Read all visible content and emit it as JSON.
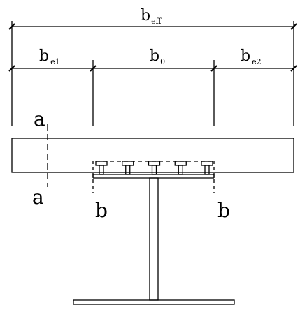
{
  "dimensions": {
    "overall": {
      "symbol": "b",
      "subscript": "eff"
    },
    "left": {
      "symbol": "b",
      "subscript": "e1"
    },
    "middle": {
      "symbol": "b",
      "subscript": "0"
    },
    "right": {
      "symbol": "b",
      "subscript": "e2"
    }
  },
  "sections": {
    "a_top": "a",
    "a_bottom": "a",
    "b_left": "b",
    "b_right": "b"
  },
  "shear_connector_count": 5
}
